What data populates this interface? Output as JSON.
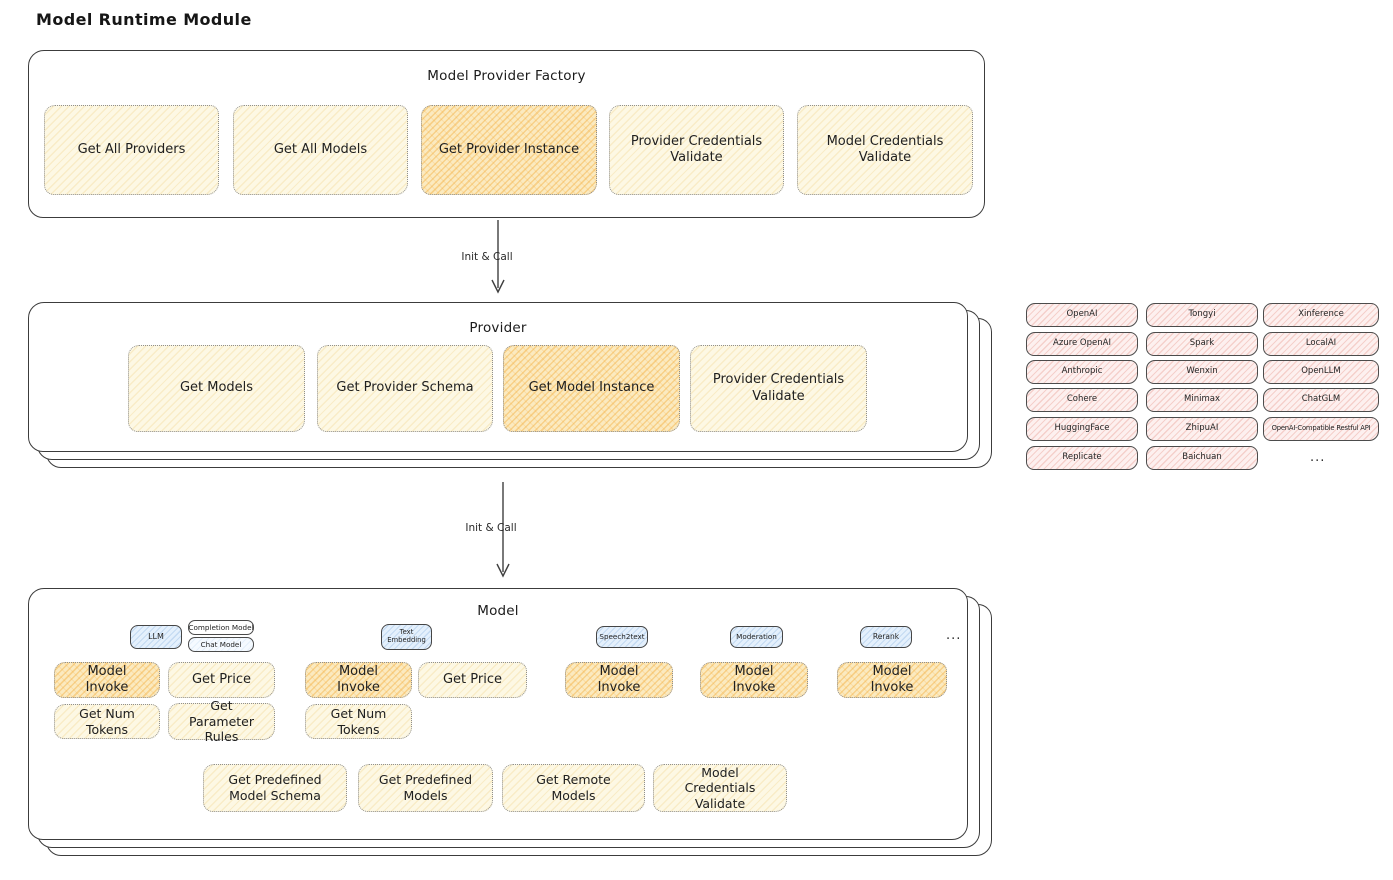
{
  "page": {
    "title": "Model Runtime Module"
  },
  "arrows": {
    "label1": "Init & Call",
    "label2": "Init & Call"
  },
  "factory": {
    "title": "Model Provider Factory",
    "get_all_providers": "Get All Providers",
    "get_all_models": "Get All Models",
    "get_provider_instance": "Get Provider Instance",
    "provider_credentials_validate": "Provider Credentials Validate",
    "model_credentials_validate": "Model Credentials Validate"
  },
  "provider": {
    "title": "Provider",
    "get_models": "Get Models",
    "get_provider_schema": "Get Provider Schema",
    "get_model_instance": "Get Model Instance",
    "provider_credentials_validate": "Provider Credentials Validate"
  },
  "providers_list": {
    "items": [
      "OpenAI",
      "Tongyi",
      "Xinference",
      "Azure OpenAI",
      "Spark",
      "LocalAI",
      "Anthropic",
      "Wenxin",
      "OpenLLM",
      "Cohere",
      "Minimax",
      "ChatGLM",
      "HuggingFace",
      "ZhipuAI",
      "OpenAI-Compatible Restful API",
      "Replicate",
      "Baichuan"
    ],
    "ellipsis": "..."
  },
  "model": {
    "title": "Model",
    "types": {
      "llm": "LLM",
      "completion_model": "Completion Model",
      "chat_model": "Chat Model",
      "text_embedding": "Text Embedding",
      "speech2text": "Speech2text",
      "moderation": "Moderation",
      "rerank": "Rerank",
      "ellipsis": "..."
    },
    "actions": {
      "model_invoke": "Model Invoke",
      "get_price": "Get Price",
      "get_num_tokens": "Get Num Tokens",
      "get_parameter_rules": "Get Parameter Rules",
      "get_predefined_model_schema": "Get Predefined Model Schema",
      "get_predefined_models": "Get Predefined Models",
      "get_remote_models": "Get Remote Models",
      "model_credentials_validate": "Model Credentials Validate"
    }
  }
}
